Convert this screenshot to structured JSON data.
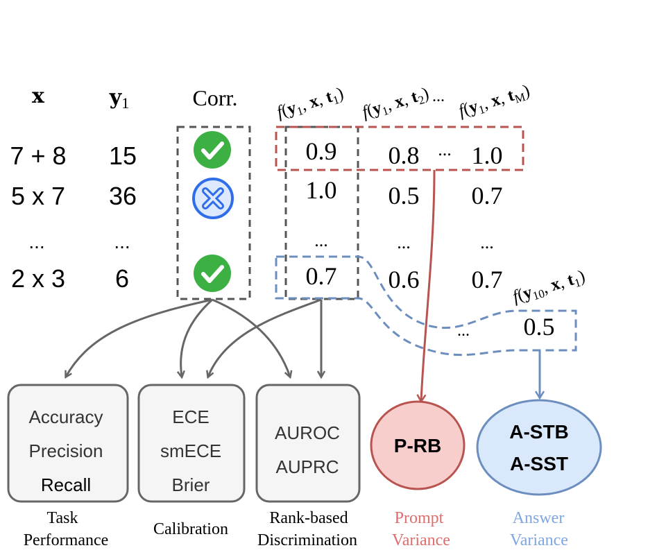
{
  "headers": {
    "x": "x",
    "y1_base": "y",
    "y1_sub": "1",
    "corr": "Corr."
  },
  "rows": [
    {
      "x": "7 + 8",
      "y": "15",
      "correct": true
    },
    {
      "x": "5 x 7",
      "y": "36",
      "correct": false
    },
    {
      "x": "...",
      "y": "...",
      "correct": null
    },
    {
      "x": "2 x 3",
      "y": "6",
      "correct": true
    }
  ],
  "score_columns": [
    {
      "fn": "f",
      "arg1": "y",
      "arg1_sub": "1",
      "arg2": "x",
      "arg3": "t",
      "arg3_sub": "1"
    },
    {
      "fn": "f",
      "arg1": "y",
      "arg1_sub": "1",
      "arg2": "x",
      "arg3": "t",
      "arg3_sub": "2"
    },
    {
      "fn": "f",
      "arg1": "y",
      "arg1_sub": "1",
      "arg2": "x",
      "arg3": "t",
      "arg3_sub": "M"
    }
  ],
  "header_ellipsis": "...",
  "scores": {
    "row1": [
      "0.9",
      "0.8",
      "...",
      "1.0"
    ],
    "row2": [
      "1.0",
      "0.5",
      "0.7"
    ],
    "row3": [
      "...",
      "...",
      "..."
    ],
    "row4": [
      "0.7",
      "0.6",
      "0.7"
    ]
  },
  "extra_answer": {
    "fn": "f",
    "arg1": "y",
    "arg1_sub": "10",
    "arg2": "x",
    "arg3": "t",
    "arg3_sub": "1",
    "ellipsis": "...",
    "value": "0.5"
  },
  "metric_boxes": [
    {
      "lines": [
        "Accuracy",
        "Precision",
        "Recall"
      ],
      "caption": [
        "Task",
        "Performance"
      ]
    },
    {
      "lines": [
        "ECE",
        "smECE",
        "Brier"
      ],
      "caption": [
        "Calibration"
      ]
    },
    {
      "lines": [
        "AUROC",
        "AUPRC"
      ],
      "caption": [
        "Rank-based",
        "Discrimination"
      ]
    }
  ],
  "variance_nodes": [
    {
      "lines": [
        "P-RB"
      ],
      "caption": [
        "Prompt",
        "Variance"
      ],
      "color": "#b85450",
      "fill": "#f8cecc"
    },
    {
      "lines": [
        "A-STB",
        "A-SST"
      ],
      "caption": [
        "Answer",
        "Variance"
      ],
      "color": "#6c8ebf",
      "fill": "#dae8fc"
    }
  ],
  "colors": {
    "check": "#3cb043",
    "cross_fill": "#dce9ff",
    "cross_stroke": "#2f6ee8",
    "grey_dash": "#555555",
    "red_dash": "#b85450",
    "blue_dash": "#6c8ebf",
    "box_fill": "#f5f5f5",
    "box_stroke": "#666666",
    "arrow": "#666666"
  }
}
